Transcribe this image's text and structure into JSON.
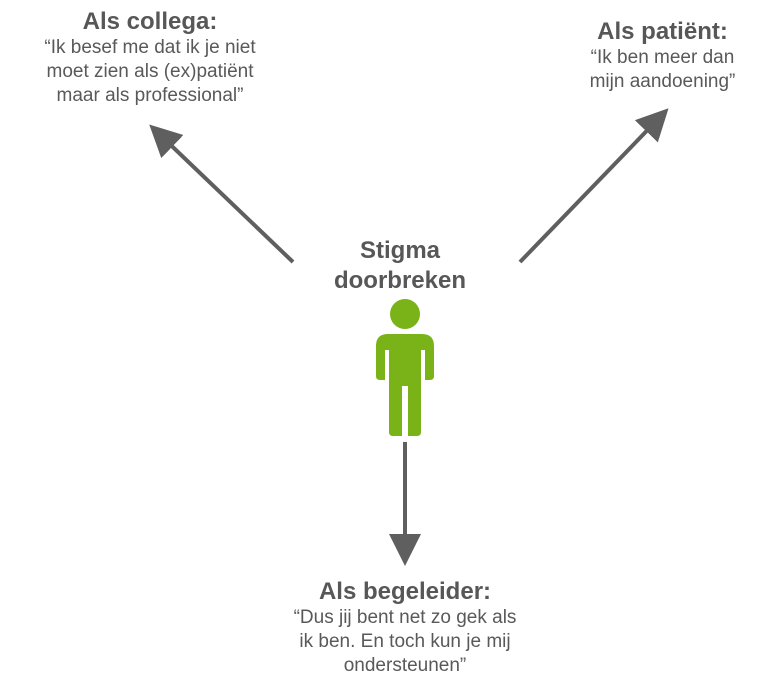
{
  "center": {
    "line1": "Stigma",
    "line2": "doorbreken"
  },
  "perspectives": {
    "collega": {
      "heading": "Als collega:",
      "quote_lines": [
        "“Ik besef me dat ik je niet",
        "moet zien als (ex)patiënt",
        "maar als professional”"
      ]
    },
    "patient": {
      "heading": "Als patiënt:",
      "quote_lines": [
        "“Ik ben meer dan",
        "mijn aandoening”"
      ]
    },
    "begeleider": {
      "heading": "Als begeleider:",
      "quote_lines": [
        "“Dus jij bent net zo gek als",
        "ik ben. En toch kun je mij",
        "ondersteunen”"
      ]
    }
  },
  "colors": {
    "figure": "#7ab317",
    "arrow": "#5f5f5f",
    "text": "#595959"
  },
  "icons": {
    "person": "person-icon"
  }
}
